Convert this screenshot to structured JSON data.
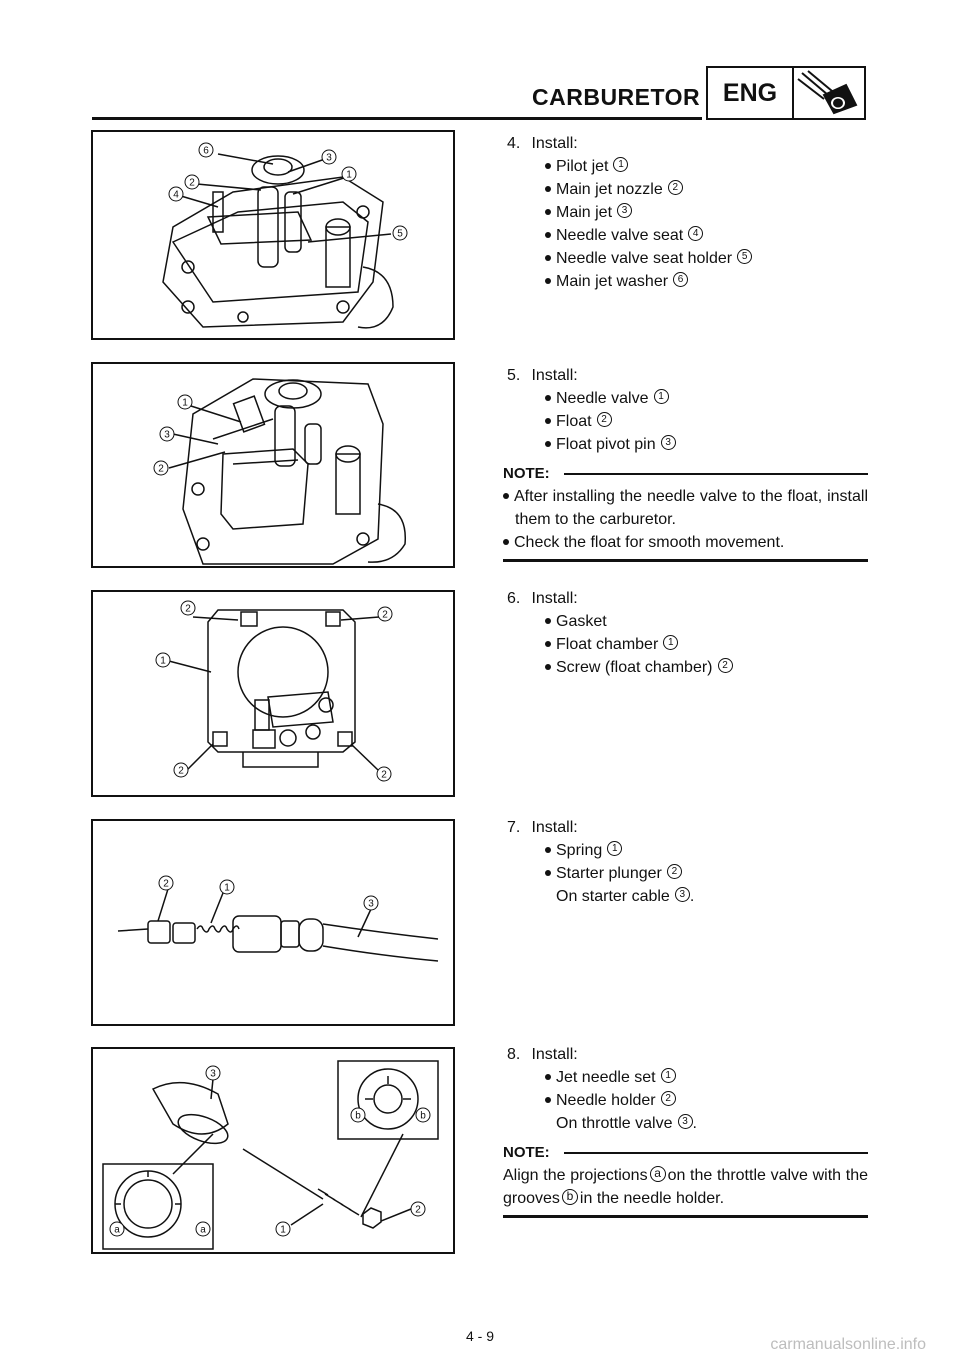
{
  "header": {
    "title": "CARBURETOR",
    "section": "ENG",
    "icon": "engine-piston-icon"
  },
  "steps": [
    {
      "num": "4.",
      "title": "Install:",
      "items": [
        {
          "text": "Pilot jet",
          "ref": "1"
        },
        {
          "text": "Main jet nozzle",
          "ref": "2"
        },
        {
          "text": "Main jet",
          "ref": "3"
        },
        {
          "text": "Needle valve seat",
          "ref": "4"
        },
        {
          "text": "Needle valve seat holder",
          "ref": "5"
        },
        {
          "text": "Main jet washer",
          "ref": "6"
        }
      ],
      "figure_labels": [
        "6",
        "3",
        "1",
        "2",
        "4",
        "5"
      ]
    },
    {
      "num": "5.",
      "title": "Install:",
      "items": [
        {
          "text": "Needle valve",
          "ref": "1"
        },
        {
          "text": "Float",
          "ref": "2"
        },
        {
          "text": "Float pivot pin",
          "ref": "3"
        }
      ],
      "figure_labels": [
        "1",
        "3",
        "2"
      ],
      "note": {
        "label": "NOTE:",
        "points": [
          "After installing the needle valve to the float, install them to the carburetor.",
          "Check the float for smooth movement."
        ]
      }
    },
    {
      "num": "6.",
      "title": "Install:",
      "items": [
        {
          "text": "Gasket",
          "ref": ""
        },
        {
          "text": "Float chamber",
          "ref": "1"
        },
        {
          "text": "Screw (float chamber)",
          "ref": "2"
        }
      ],
      "figure_labels": [
        "2",
        "2",
        "1",
        "2",
        "2"
      ]
    },
    {
      "num": "7.",
      "title": "Install:",
      "items": [
        {
          "text": "Spring",
          "ref": "1"
        },
        {
          "text": "Starter plunger",
          "ref": "2"
        }
      ],
      "extra": {
        "prefix": "On starter cable",
        "ref": "3",
        "suffix": "."
      },
      "figure_labels": [
        "2",
        "1",
        "3"
      ]
    },
    {
      "num": "8.",
      "title": "Install:",
      "items": [
        {
          "text": "Jet needle set",
          "ref": "1"
        },
        {
          "text": "Needle holder",
          "ref": "2"
        }
      ],
      "extra": {
        "prefix": "On throttle valve",
        "ref": "3",
        "suffix": "."
      },
      "figure_labels": [
        "3",
        "b",
        "b",
        "a",
        "a",
        "2",
        "1"
      ],
      "note": {
        "label": "NOTE:",
        "text_parts": [
          "Align the projections",
          "a",
          "on the throttle valve with the grooves",
          "b",
          "in the needle holder."
        ]
      }
    }
  ],
  "footer": {
    "page": "4 - 9",
    "watermark": "carmanualsonline.info"
  }
}
